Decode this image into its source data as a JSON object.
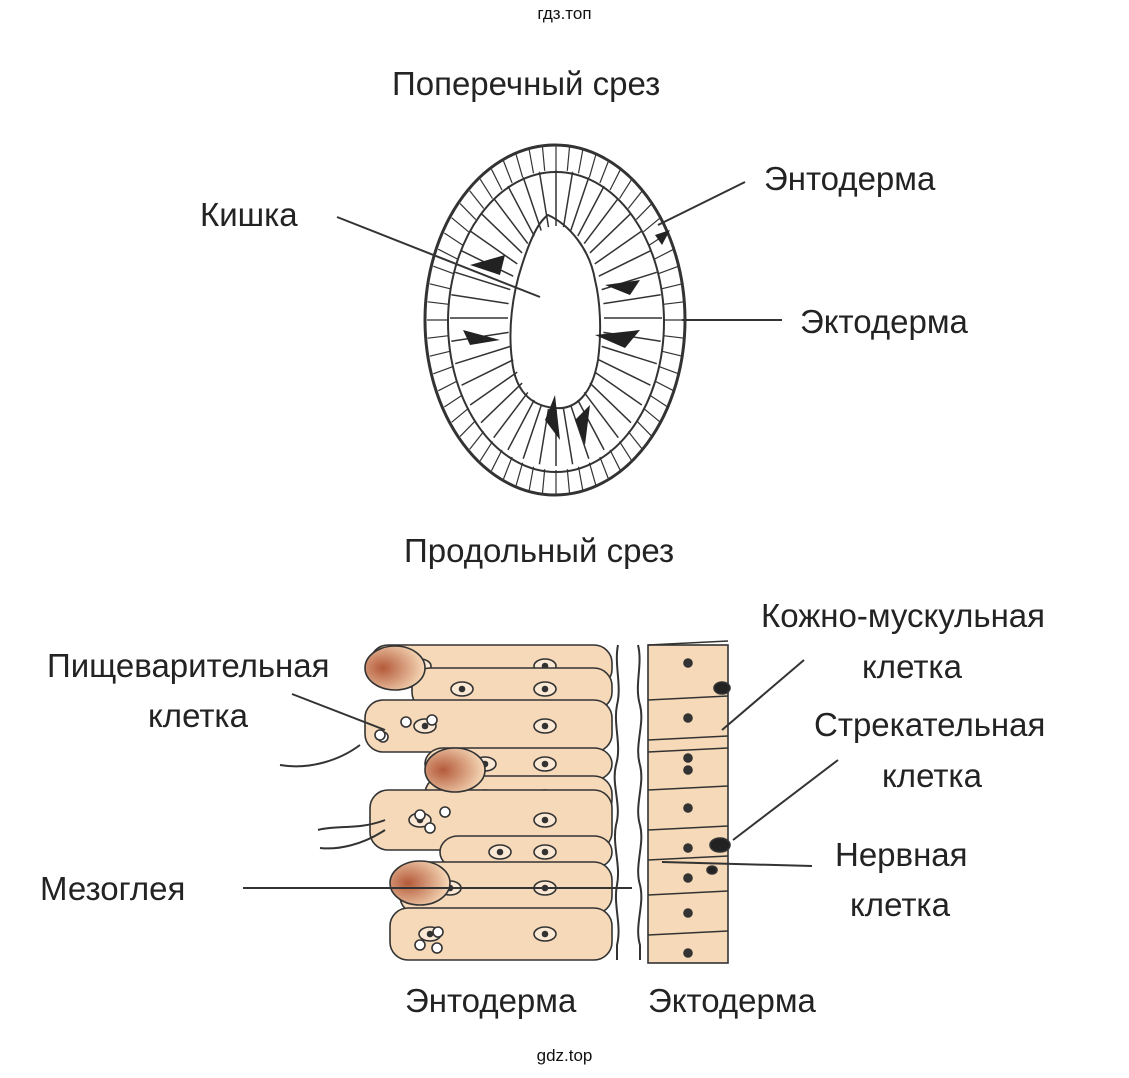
{
  "watermark_top": "гдз.топ",
  "watermark_bottom": "gdz.top",
  "cross_section": {
    "title": "Поперечный срез",
    "labels": {
      "gut": "Кишка",
      "endoderm": "Энтодерма",
      "ectoderm": "Эктодерма"
    }
  },
  "longitudinal_section": {
    "title": "Продольный срез",
    "labels": {
      "digestive_cell_line1": "Пищеварительная",
      "digestive_cell_line2": "клетка",
      "mesoglea": "Мезоглея",
      "skin_muscle_line1": "Кожно-мускульная",
      "skin_muscle_line2": "клетка",
      "stinging_line1": "Стрекательная",
      "stinging_line2": "клетка",
      "nerve_line1": "Нервная",
      "nerve_line2": "клетка",
      "endoderm_bottom": "Энтодерма",
      "ectoderm_bottom": "Эктодерма"
    }
  },
  "colors": {
    "cell_fill": "#f6d9b8",
    "outline": "#333333"
  }
}
